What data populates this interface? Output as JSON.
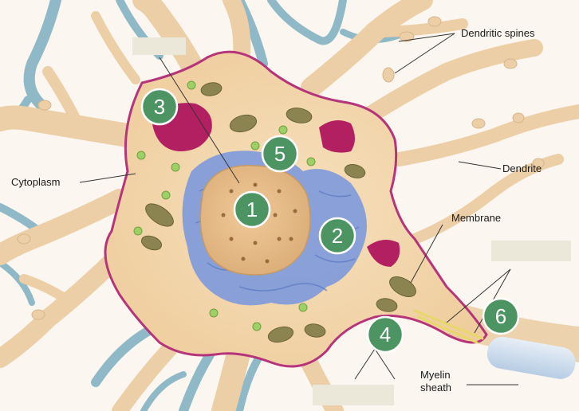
{
  "labels": {
    "dendritic_spines": "Dendritic spines",
    "dendrite": "Dendrite",
    "cytoplasm": "Cytoplasm",
    "membrane": "Membrane",
    "myelin_sheath_line1": "Myelin",
    "myelin_sheath_line2": "sheath"
  },
  "markers": [
    "1",
    "2",
    "3",
    "4",
    "5",
    "6"
  ],
  "colors": {
    "background": "#ffffff",
    "dendrite_fill": "#f1d9b8",
    "cell_body_fill": "#f3d8ae",
    "membrane": "#b5347a",
    "nucleus": "#e8be8c",
    "rough_er": "#7d99dc",
    "golgi": "#b32062",
    "mitochondria": "#8c8450",
    "vesicles": "#9fcf68",
    "glia": "#8fb9c6",
    "axon_sheath": "#c9dcee",
    "marker_fill": "#4d9463",
    "answer_box": "#ece8d9"
  }
}
